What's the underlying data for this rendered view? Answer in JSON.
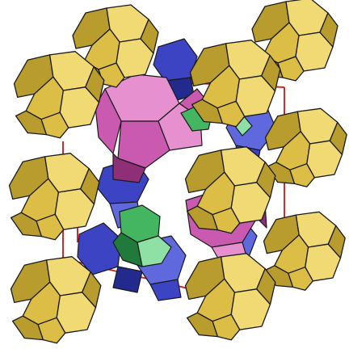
{
  "image": {
    "kind": "polyhedral crystal structure rendering",
    "colors": {
      "background": "#ffffff",
      "yellow_light": "#f1d974",
      "yellow_mid": "#dcbd45",
      "yellow_dark": "#b89d2e",
      "magenta_light": "#e690cf",
      "magenta_mid": "#c95ab0",
      "magenta_dark": "#8e2f77",
      "blue_light": "#5f68dc",
      "blue_mid": "#3c44c4",
      "blue_dark": "#232a8e",
      "green_light": "#8fe0a4",
      "green_mid": "#44b662",
      "green_dark": "#1f7a3b",
      "edge": "#1a1a1a",
      "unit_cell": "#d22a2a"
    },
    "polyhedra": [
      {
        "name": "yellow-cage-top-center",
        "color": "yellow"
      },
      {
        "name": "yellow-cage-top-right",
        "color": "yellow"
      },
      {
        "name": "yellow-cage-upper-left",
        "color": "yellow"
      },
      {
        "name": "yellow-cage-upper-center-right",
        "color": "yellow"
      },
      {
        "name": "yellow-cage-right-mid-upper",
        "color": "yellow"
      },
      {
        "name": "yellow-cage-left-middle",
        "color": "yellow"
      },
      {
        "name": "yellow-cage-center-middle",
        "color": "yellow"
      },
      {
        "name": "yellow-cage-right-lower",
        "color": "yellow"
      },
      {
        "name": "yellow-cage-bottom-left",
        "color": "yellow"
      },
      {
        "name": "yellow-cage-bottom-center",
        "color": "yellow"
      },
      {
        "name": "magenta-cage-upper",
        "color": "magenta"
      },
      {
        "name": "magenta-cage-lower",
        "color": "magenta"
      },
      {
        "name": "blue-cage-group",
        "color": "blue"
      },
      {
        "name": "green-cage-group",
        "color": "green"
      }
    ]
  }
}
